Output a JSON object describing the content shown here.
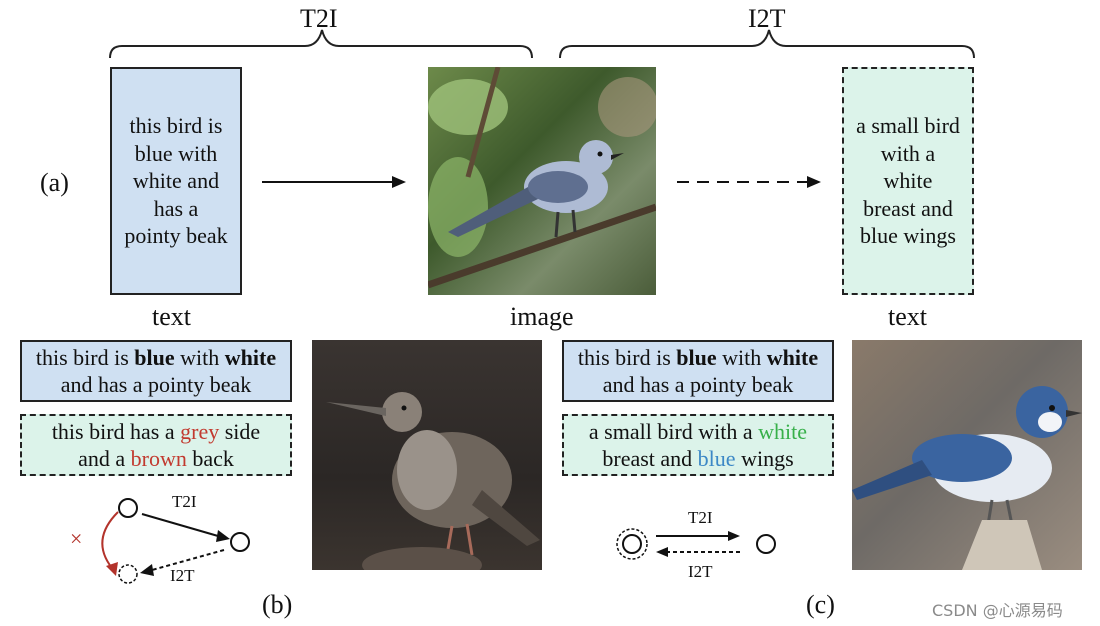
{
  "top": {
    "t2i_label": "T2I",
    "i2t_label": "I2T",
    "panel_label": "(a)",
    "left_text": "this bird is blue with white and has a pointy beak",
    "right_text": "a small bird with a white breast and blue wings",
    "caption_left": "text",
    "caption_center": "image",
    "caption_right": "text"
  },
  "panel_b": {
    "label": "(b)",
    "blue_line1_a": "this bird is ",
    "blue_line1_b": "blue",
    "blue_line1_c": " with ",
    "blue_line1_d": "white",
    "blue_line2": "and has a pointy beak",
    "green_line1_a": "this bird has a ",
    "green_line1_b": "grey",
    "green_line1_c": " side",
    "green_line2_a": "and a ",
    "green_line2_b": "brown",
    "green_line2_c": " back",
    "arrow_t2i": "T2I",
    "arrow_i2t": "I2T",
    "cross": "×"
  },
  "panel_c": {
    "label": "(c)",
    "blue_line1_a": "this bird is ",
    "blue_line1_b": "blue",
    "blue_line1_c": " with ",
    "blue_line1_d": "white",
    "blue_line2": "and has a pointy beak",
    "green_line1_a": "a small bird with a ",
    "green_line1_b": "white",
    "green_line2_a": "breast and ",
    "green_line2_b": "blue",
    "green_line2_c": " wings",
    "arrow_t2i": "T2I",
    "arrow_i2t": "I2T"
  },
  "watermark": "CSDN @心源易码",
  "colors": {
    "blue_box": "#cfe0f2",
    "green_box": "#dcf3ea",
    "highlight_red": "#c23a2f",
    "highlight_green": "#37b04a",
    "highlight_blue": "#3c88c6"
  }
}
